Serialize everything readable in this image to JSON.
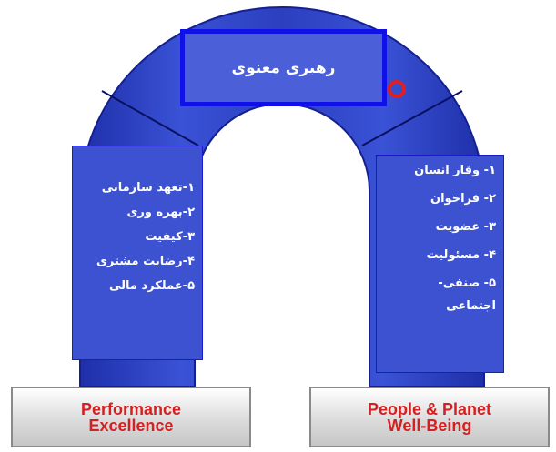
{
  "title": "رهبری معنوی",
  "left_panel": {
    "items": [
      "۱-تعهد سازمانی",
      "۲-بهره وری",
      "۳-کیفیت",
      "۴-رضایت مشتری",
      "۵-عملکرد مالی"
    ]
  },
  "right_panel": {
    "items": [
      "۱- وقار انسان",
      "۲- فراخوان",
      "۳- عضویت",
      "۴- مسئولیت",
      "۵- صنفی-"
    ],
    "continuation": "اجتماعی"
  },
  "bases": {
    "left": {
      "line1": "Performance",
      "line2": "Excellence"
    },
    "right": {
      "line1": "People & Planet",
      "line2": "Well-Being"
    }
  },
  "colors": {
    "arch": "#2b3fbf",
    "arch_light": "#5a6fe0",
    "title_border": "#1010e8",
    "base_text": "#d42020"
  },
  "icons": [
    "arch-graphic",
    "red-swirl-icon"
  ]
}
